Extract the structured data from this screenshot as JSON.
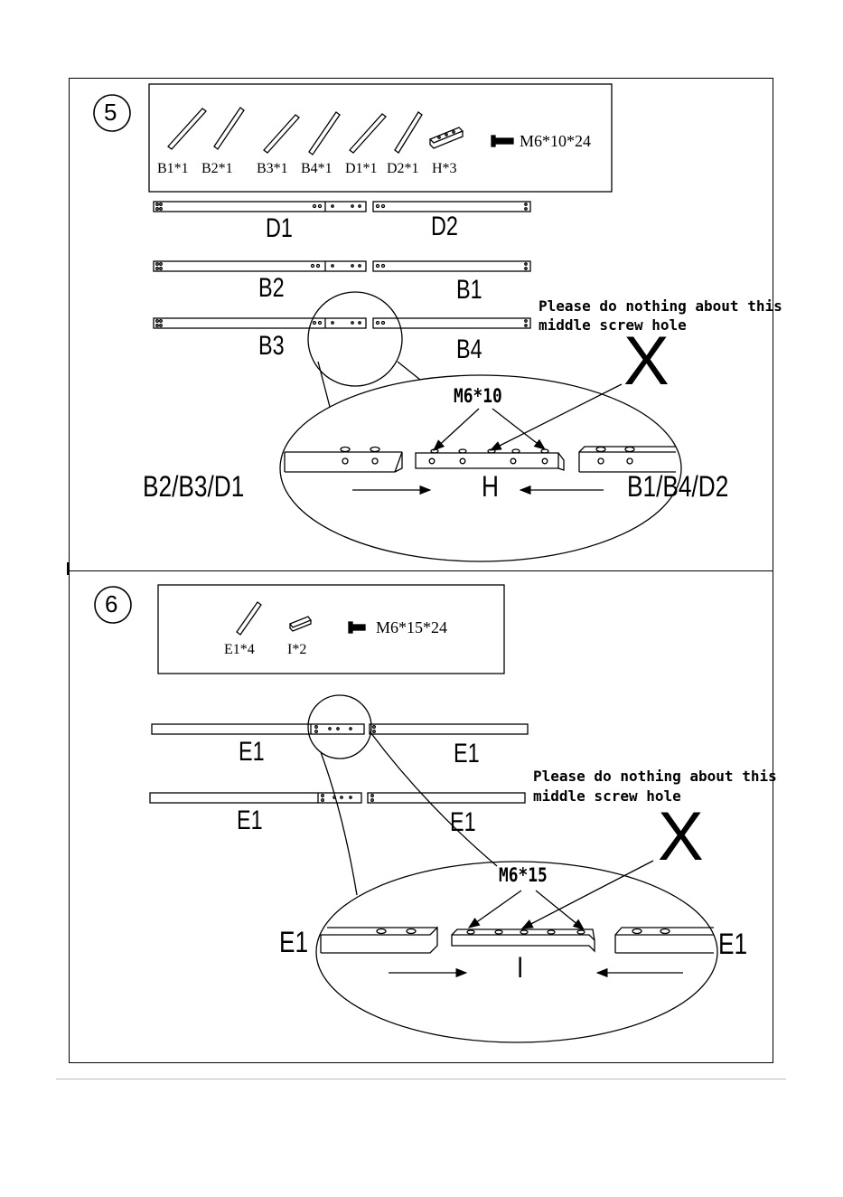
{
  "step5": {
    "number": "5",
    "parts": [
      "B1*1",
      "B2*1",
      "B3*1",
      "B4*1",
      "D1*1",
      "D2*1",
      "H*3"
    ],
    "screw": "M6*10*24",
    "rail_labels": {
      "d1": "D1",
      "d2": "D2",
      "b2": "B2",
      "b1": "B1",
      "b3": "B3",
      "b4": "B4"
    },
    "note_line1": "Please do nothing about this",
    "note_line2": "middle screw hole",
    "x_mark": "X",
    "detail": {
      "screw_label": "M6*10",
      "left": "B2/B3/D1",
      "center": "H",
      "right": "B1/B4/D2"
    }
  },
  "step6": {
    "number": "6",
    "parts": [
      "E1*4",
      "I*2"
    ],
    "screw": "M6*15*24",
    "rail_labels": {
      "top_left": "E1",
      "top_right": "E1",
      "bottom_left": "E1",
      "bottom_right": "E1"
    },
    "note_line1": "Please do nothing about this",
    "note_line2": "middle screw hole",
    "x_mark": "X",
    "detail": {
      "screw_label": "M6*15",
      "left": "E1",
      "center": "I",
      "right": "E1"
    }
  }
}
